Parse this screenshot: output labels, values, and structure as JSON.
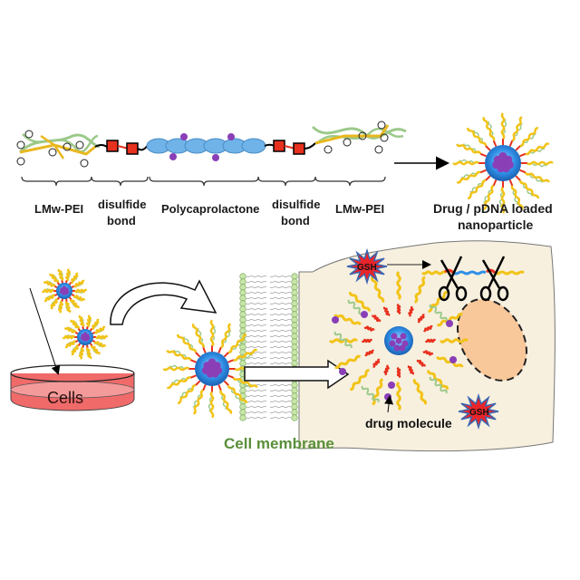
{
  "polymer_labels": {
    "pei_left": "LMw-PEI",
    "disulfide_left_1": "disulfide",
    "disulfide_left_2": "bond",
    "pcl": "Polycaprolactone",
    "disulfide_right_1": "disulfide",
    "disulfide_right_2": "bond",
    "pei_right": "LMw-PEI"
  },
  "nanoparticle_label": {
    "line1": "Drug / pDNA loaded",
    "line2": "nanoparticle"
  },
  "dish_label": "Cells",
  "membrane_label": "Cell membrane",
  "gsh_top": "GSH",
  "gsh_bottom": "GSH",
  "drug_label": "drug molecule",
  "colors": {
    "membrane_text": "#5a8f3a",
    "cell_fill": "#f7f0df",
    "nucleus_fill": "#f8c89a",
    "dish_fill": "#f06a6a",
    "gsh_fill": "#e8242a",
    "core_blue": "#2f8fe6",
    "drug_purple": "#8a3fb6",
    "pcl_blue": "#6fb3e8",
    "disulfide_red": "#e8301e",
    "peg_yellow": "#f2c318"
  }
}
